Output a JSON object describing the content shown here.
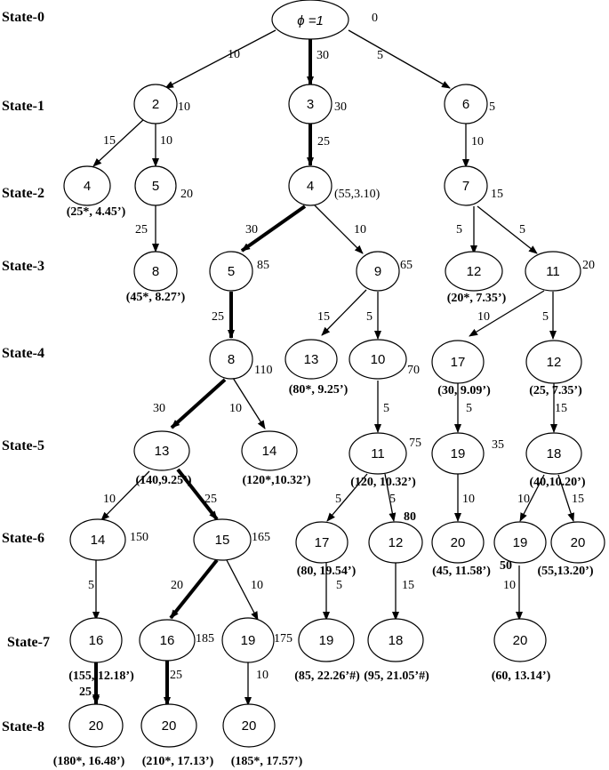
{
  "states": [
    "State-0",
    "State-1",
    "State-2",
    "State-3",
    "State-4",
    "State-5",
    "State-6",
    "State-7",
    "State-8"
  ],
  "root_label": "ϕ =1",
  "root_value": "0",
  "nodes": {
    "n2": "2",
    "n3": "3",
    "n6": "6",
    "n4a": "4",
    "n5a": "5",
    "n4b": "4",
    "n7": "7",
    "n8a": "8",
    "n5b": "5",
    "n9": "9",
    "n12a": "12",
    "n11a": "11",
    "n8b": "8",
    "n13a": "13",
    "n10": "10",
    "n17a": "17",
    "n12b": "12",
    "n13b": "13",
    "n14a": "14",
    "n11b": "11",
    "n19a": "19",
    "n18a": "18",
    "n14b": "14",
    "n15": "15",
    "n17b": "17",
    "n12c": "12",
    "n20a": "20",
    "n19b": "19",
    "n20b": "20",
    "n16a": "16",
    "n16b": "16",
    "n19c": "19",
    "n19d": "19",
    "n18b": "18",
    "n20c": "20",
    "n20d": "20",
    "n20e": "20",
    "n20f": "20"
  },
  "side_values": {
    "v2": "10",
    "v3": "30",
    "v6": "5",
    "v5a": "20",
    "v4b": "(55,3.10)",
    "v7": "15",
    "v5b": "85",
    "v9": "65",
    "v11a": "20",
    "v8b": "110",
    "v10": "70",
    "v11b": "75",
    "v19a": "35",
    "v14b": "150",
    "v15": "165",
    "v12c": "80",
    "v16b": "185",
    "v19c": "175",
    "v19b": "50"
  },
  "edge_weights": {
    "e_root_2": "10",
    "e_root_3": "30",
    "e_root_6": "5",
    "e_2_4": "15",
    "e_2_5": "10",
    "e_3_4": "25",
    "e_6_7": "10",
    "e_5_8": "25",
    "e_4_5": "30",
    "e_4_9": "10",
    "e_7_12": "5",
    "e_7_11": "5",
    "e_5_8b": "25",
    "e_9_13": "15",
    "e_9_10": "5",
    "e_11_17": "10",
    "e_11_12": "5",
    "e_8_13": "30",
    "e_8_14": "10",
    "e_10_11": "5",
    "e_17_19": "5",
    "e_12_18": "15",
    "e_13_14": "10",
    "e_13_15": "25",
    "e_11_17b": "5",
    "e_11_12b": "5",
    "e_19_20": "10",
    "e_18_19": "10",
    "e_18_20": "15",
    "e_14_16": "5",
    "e_15_16": "20",
    "e_15_19": "10",
    "e_17_19b": "5",
    "e_12_18b": "15",
    "e_19_20b": "10",
    "e_16_20": "25",
    "e_16b_20": "25",
    "e_19_20c": "10"
  },
  "results": {
    "r4a": "(25*, 4.45’)",
    "r8a": "(45*, 8.27’)",
    "r12a": "(20*, 7.35’)",
    "r13a": "(80*, 9.25’)",
    "r17a": "(30, 9.09’)",
    "r12b": "(25, 7.35’)",
    "r13b": "(140,9.25’)",
    "r14a": "(120*,10.32’)",
    "r11b": "(120, 10.32’)",
    "r18a": "(40,10.20’)",
    "r17b": "(80, 19.54’)",
    "r20a": "(45, 11.58’)",
    "r20b": "(55,13.20’)",
    "r16a": "(155, 12.18’)",
    "r19d": "(85, 22.26’#)",
    "r18b": "(95, 21.05’#)",
    "r20c": "(60, 13.14’)",
    "r20d": "(180*, 16.48’)",
    "r20e": "(210*, 17.13’)",
    "r20f": "(185*, 17.57’)"
  }
}
